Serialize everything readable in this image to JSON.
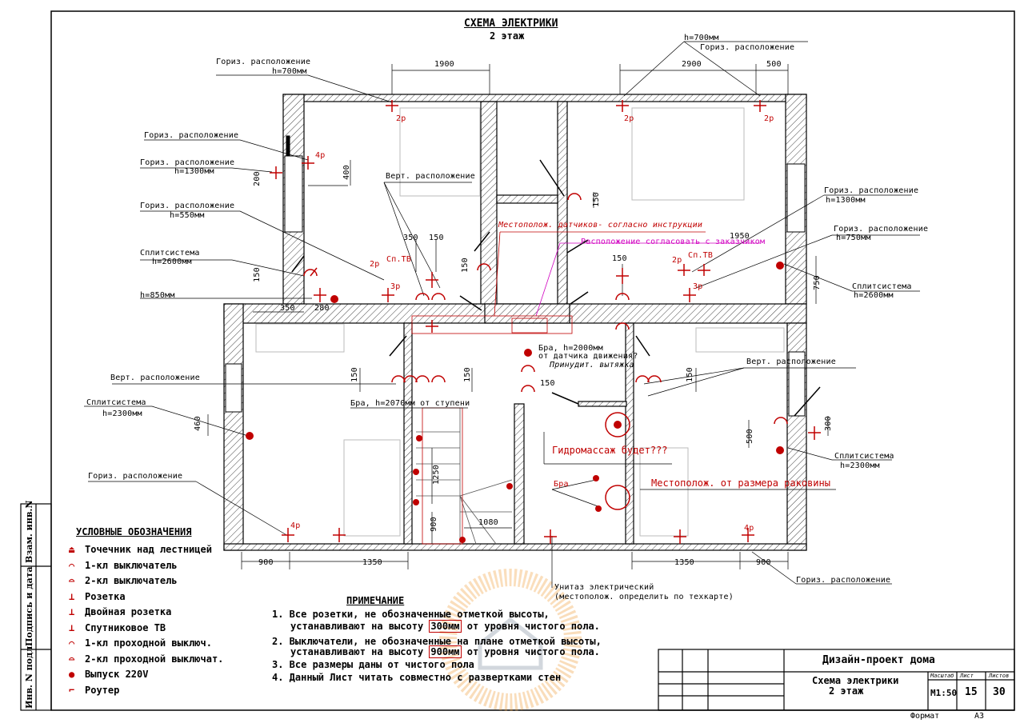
{
  "title": "СХЕМА ЭЛЕКТРИКИ",
  "subtitle": "2 этаж",
  "dims": {
    "top_left": "1900",
    "top_right1": "2900",
    "top_right2": "500",
    "bottom_left1": "900",
    "bottom_left2": "1350",
    "bottom_right1": "1350",
    "bottom_right2": "900",
    "d400": "400",
    "d200": "200",
    "d150a": "150",
    "d150b": "150",
    "d150c": "150",
    "d150d": "150",
    "d150e": "150",
    "d150f": "150",
    "d150g": "150",
    "d150h": "150",
    "d150i": "150",
    "d350a": "350",
    "d350b": "350",
    "d280": "280",
    "d1950": "1950",
    "d750": "750",
    "d460": "460",
    "d500": "500",
    "d300": "300",
    "d1250": "1250",
    "d900": "900",
    "d1080": "1080"
  },
  "labels": {
    "goriz_700_l": "Гориз. расположение",
    "h700_l": "h=700мм",
    "h700_r": "h=700мм",
    "goriz_700_r": "Гориз. расположение",
    "goriz_a": "Гориз. расположение",
    "goriz_1300_l": "Гориз. расположение",
    "h1300_l": "h=1300мм",
    "goriz_550": "Гориз. расположение",
    "h550": "h=550мм",
    "split_2600_l": "Сплитсистема",
    "h2600_l": "h=2600мм",
    "h850": "h=850мм",
    "vert_a": "Верт. расположение",
    "goriz_1300_r": "Гориз. расположение",
    "h1300_r": "h=1300мм",
    "goriz_750": "Гориз. расположение",
    "h750": "h=750мм",
    "split_2600_r": "Сплитсистема",
    "h2600_r": "h=2600мм",
    "sensors": "Местополож. датчиков- согласно инструкции",
    "agree": "Расположение согласовать с заказчиком",
    "vert_b": "Верт. расположение",
    "split_2300_l": "Сплитсистема",
    "h2300_l": "h=2300мм",
    "bra_2070": "Бра, h=2070мм от ступени",
    "bra_2000": "Бра, h=2000мм",
    "from_sensor": "от датчика движения?",
    "fan": "Принудит. вытяжка",
    "vert_c": "Верт. расположение",
    "split_2300_r": "Сплитсистема",
    "h2300_r": "h=2300мм",
    "hydro": "Гидромассаж будет???",
    "bra": "Бра",
    "sink": "Местополож. от размера раковины",
    "goriz_bl": "Гориз. расположение",
    "goriz_br": "Гориз. расположение",
    "toilet1": "Унитаз электрический",
    "toilet2": "(местополож. определить по техкарте)",
    "p2_a": "2р",
    "p2_b": "2р",
    "p2_c": "2р",
    "p4_a": "4р",
    "p4_b": "4р",
    "p4_c": "4р",
    "p3_a": "3р",
    "p3_b": "3р",
    "p2_d": "2р",
    "p2_e": "2р",
    "sptv_a": "Сп.ТВ",
    "sptv_b": "Сп.ТВ"
  },
  "legend": {
    "title": "УСЛОВНЫЕ ОБОЗНАЧЕНИЯ",
    "items": [
      {
        "icon": "stair-light-icon",
        "glyph": "⏏",
        "label": "Точечник над лестницей"
      },
      {
        "icon": "switch-1-icon",
        "glyph": "⌒",
        "label": "1-кл выключатель"
      },
      {
        "icon": "switch-2-icon",
        "glyph": "⌓",
        "label": "2-кл выключатель"
      },
      {
        "icon": "socket-icon",
        "glyph": "⊥",
        "label": "Розетка"
      },
      {
        "icon": "double-socket-icon",
        "glyph": "⊥",
        "label": "Двойная розетка"
      },
      {
        "icon": "satellite-tv-icon",
        "glyph": "⊥",
        "label": "Спутниковое ТВ"
      },
      {
        "icon": "pass-switch-1-icon",
        "glyph": "⌒",
        "label": "1-кл проходной выключ."
      },
      {
        "icon": "pass-switch-2-icon",
        "glyph": "⌓",
        "label": "2-кл проходной выключат."
      },
      {
        "icon": "outlet-220-icon",
        "glyph": "●",
        "label": "Выпуск 220V"
      },
      {
        "icon": "router-icon",
        "glyph": "⌐",
        "label": "Роутер"
      }
    ]
  },
  "notes": {
    "title": "ПРИМЕЧАНИЕ",
    "n1a": "1. Все розетки, не обозначенные отметкой высоты,",
    "n1b_pre": "устанавливают на высоту ",
    "n1b_val": "300мм",
    "n1b_post": " от уровня чистого пола.",
    "n2a": "2. Выключатели, не обозначенные на плане отметкой высоты,",
    "n2b_pre": "устанавливают на высоту ",
    "n2b_val": "900мм",
    "n2b_post": " от уровня чистого пола.",
    "n3": "3. Все размеры даны от чистого пола",
    "n4": "4. Данный Лист читать совместно с развертками стен"
  },
  "stamp": {
    "project": "Дизайн-проект дома",
    "sheet_title1": "Схема электрики",
    "sheet_title2": "2 этаж",
    "scale_h": "Масштаб",
    "sheet_h": "Лист",
    "sheets_h": "Листов",
    "scale": "М1:50",
    "sheet": "15",
    "sheets": "30",
    "format_lbl": "Формат",
    "format": "А3"
  },
  "side": {
    "s1": "Взам. инв.N",
    "s2": "Подпись и дата",
    "s3": "Инв. N подл."
  }
}
